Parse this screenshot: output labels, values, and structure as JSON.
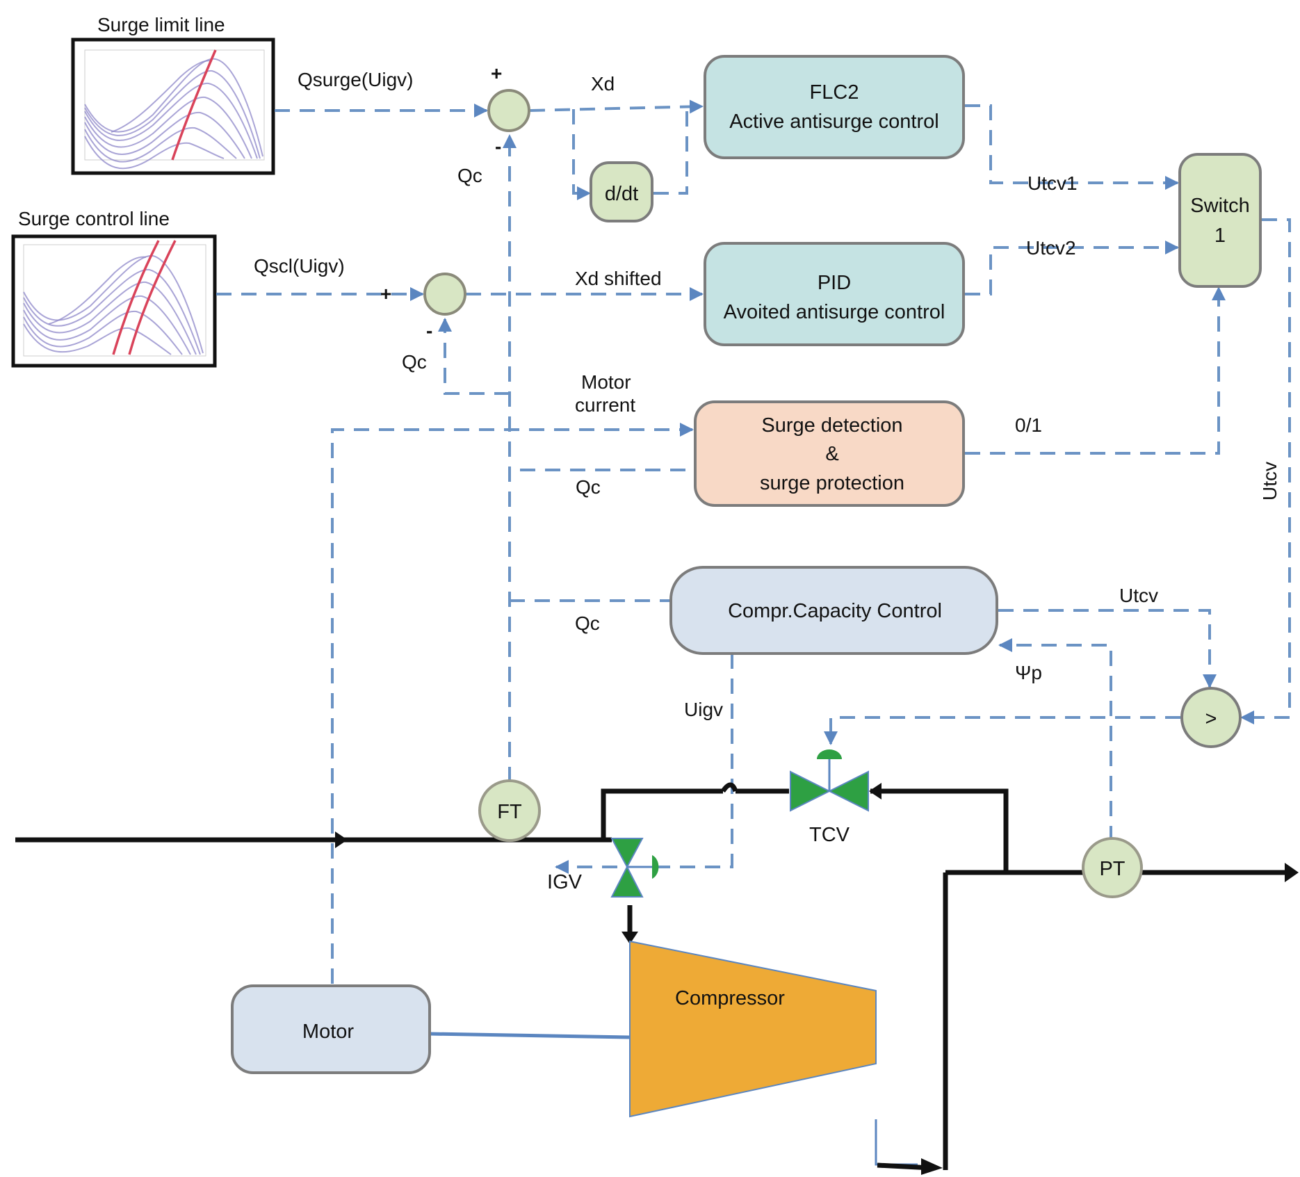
{
  "diagram": {
    "charts": {
      "surge_limit": {
        "title": "Surge limit line"
      },
      "surge_control": {
        "title": "Surge control line"
      }
    },
    "blocks": {
      "flc2": {
        "line1": "FLC2",
        "line2": "Active antisurge control"
      },
      "pid": {
        "line1": "PID",
        "line2": "Avoited antisurge control"
      },
      "surge_detection": {
        "line1": "Surge detection",
        "line2": "&",
        "line3": "surge protection"
      },
      "capacity_control": {
        "label": "Compr.Capacity Control"
      },
      "switch": {
        "line1": "Switch",
        "line2": "1"
      },
      "derivative": {
        "label": "d/dt"
      },
      "comparator": {
        "label": ">"
      },
      "motor": {
        "label": "Motor"
      },
      "compressor": {
        "label": "Compressor"
      }
    },
    "instruments": {
      "ft": "FT",
      "pt": "PT",
      "tcv": "TCV",
      "igv": "IGV"
    },
    "signals": {
      "qsurge": "Qsurge(Uigv)",
      "qscl": "Qscl(Uigv)",
      "xd": "Xd",
      "xd_shifted": "Xd shifted",
      "qc_top": "Qc",
      "qc_mid": "Qc",
      "qc_surge": "Qc",
      "qc_ccc": "Qc",
      "utcv1": "Utcv1",
      "utcv2": "Utcv2",
      "motor_current_1": "Motor",
      "motor_current_2": "current",
      "zero_one": "0/1",
      "utcv_vertical": "Utcv",
      "utcv_ccc": "Utcv",
      "psi_p": "Ψp",
      "uigv": "Uigv",
      "plus_top": "+",
      "minus_top": "-",
      "plus_mid": "+",
      "minus_mid": "-"
    },
    "colors": {
      "signal": "#6b93c4",
      "controller_fill": "#c5e3e3",
      "detection_fill": "#f8d9c6",
      "capacity_fill": "#d8e2ee",
      "node_fill": "#d8e6c4",
      "compressor_fill": "#eeaa36",
      "valve_fill": "#2ea043"
    }
  }
}
